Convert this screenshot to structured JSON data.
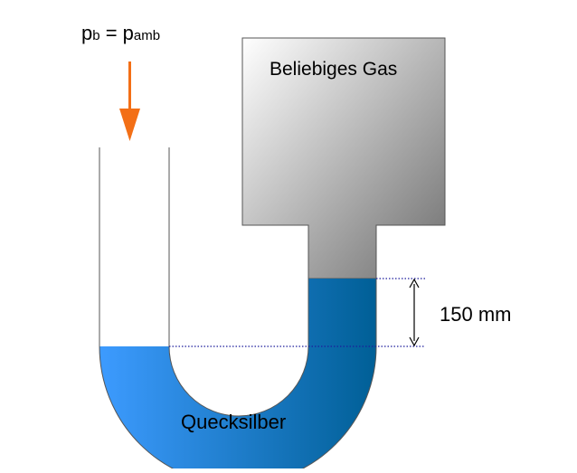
{
  "pressure_label": {
    "p1": "p",
    "sub1": "b",
    "eq": " = ",
    "p2": "p",
    "sub2": "amb"
  },
  "gas_label": "Beliebiges Gas",
  "liquid_label": "Quecksilber",
  "height_label": "150 mm",
  "colors": {
    "arrow": "#f36f16",
    "mercury_light": "#3d9bff",
    "mercury_dark": "#005f96",
    "gas_light": "#ffffff",
    "gas_dark": "#6e6e6e",
    "dotted_line": "#1c1c9c",
    "outline": "#555555"
  }
}
